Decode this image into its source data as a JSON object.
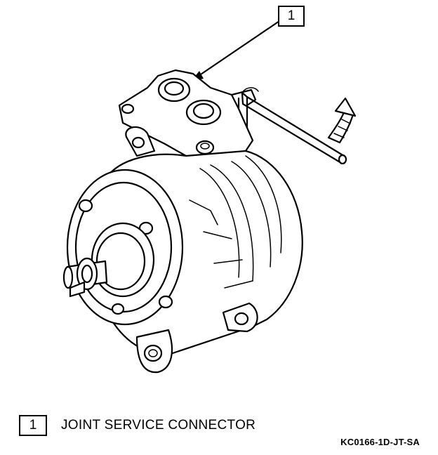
{
  "callout": {
    "number": "1"
  },
  "legend": {
    "key": "1",
    "text": "JOINT SERVICE CONNECTOR"
  },
  "figure_code": "KC0166-1D-JT-SA"
}
